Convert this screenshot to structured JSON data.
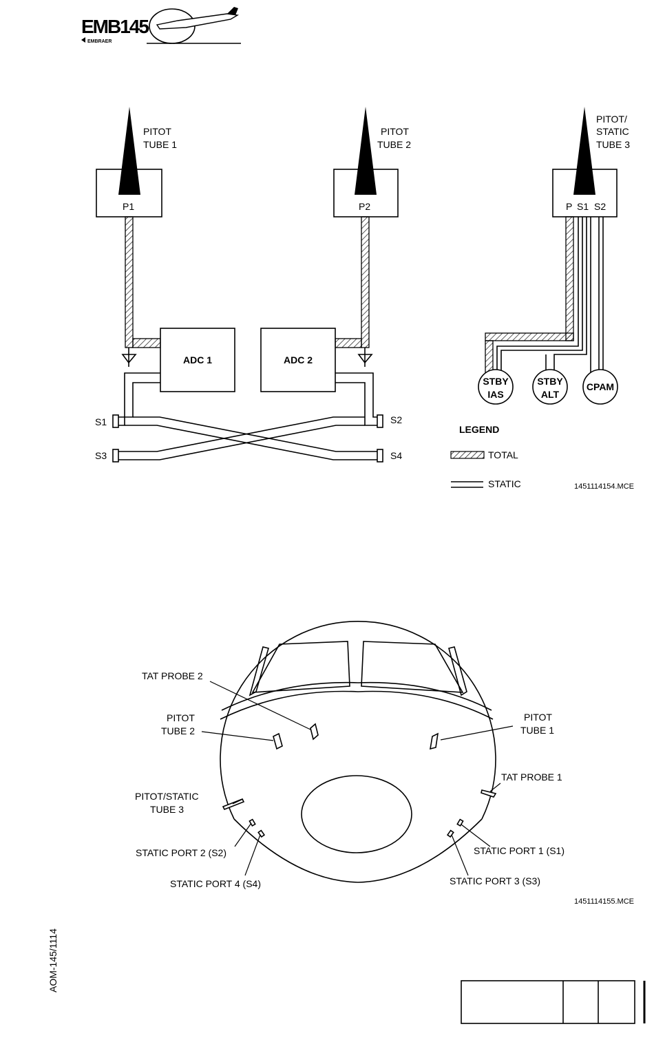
{
  "header": {
    "logo_text": "EMB145",
    "logo_sub": "EMBRAER"
  },
  "diagram1": {
    "pitot1_l1": "PITOT",
    "pitot1_l2": "TUBE 1",
    "pitot2_l1": "PITOT",
    "pitot2_l2": "TUBE 2",
    "pitot3_l1": "PITOT/",
    "pitot3_l2": "STATIC",
    "pitot3_l3": "TUBE 3",
    "p1": "P1",
    "p2": "P2",
    "p3_p": "P",
    "p3_s1": "S1",
    "p3_s2": "S2",
    "adc1": "ADC 1",
    "adc2": "ADC 2",
    "s1": "S1",
    "s2": "S2",
    "s3": "S3",
    "s4": "S4",
    "stby_ias_l1": "STBY",
    "stby_ias_l2": "IAS",
    "stby_alt_l1": "STBY",
    "stby_alt_l2": "ALT",
    "cpam": "CPAM",
    "legend_title": "LEGEND",
    "legend_total": "TOTAL",
    "legend_static": "STATIC",
    "ref": "1451114154.MCE"
  },
  "diagram2": {
    "tat2": "TAT PROBE 2",
    "pitot2_l1": "PITOT",
    "pitot2_l2": "TUBE 2",
    "pitot1_l1": "PITOT",
    "pitot1_l2": "TUBE 1",
    "tat1": "TAT PROBE 1",
    "pst3_l1": "PITOT/STATIC",
    "pst3_l2": "TUBE 3",
    "sp2": "STATIC PORT 2 (S2)",
    "sp4": "STATIC PORT 4 (S4)",
    "sp1": "STATIC PORT 1 (S1)",
    "sp3": "STATIC PORT 3 (S3)",
    "ref": "1451114155.MCE"
  },
  "footer": {
    "doc_id": "AOM-145/1114"
  }
}
